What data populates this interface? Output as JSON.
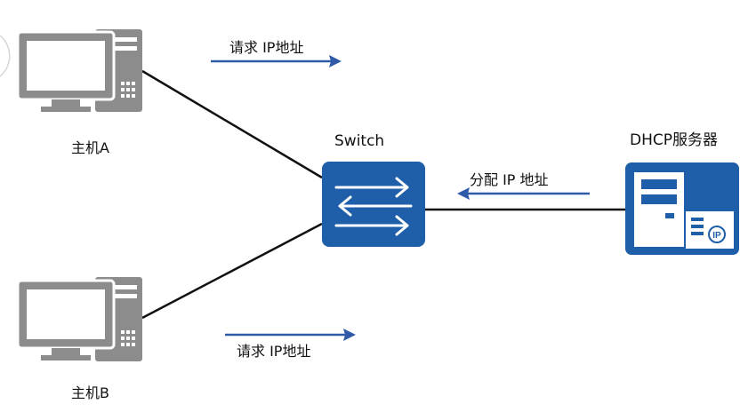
{
  "nodes": {
    "host_a": "主机A",
    "host_b": "主机B",
    "switch": "Switch",
    "dhcp_server": "DHCP服务器"
  },
  "messages": {
    "request_a": "请求 IP地址",
    "request_b": "请求 IP地址",
    "assign": "分配 IP 地址"
  },
  "colors": {
    "device_blue": "#1f5ea8",
    "pc_gray": "#8c8c8c",
    "arrow_blue": "#2f5aa8",
    "link_line": "#111111"
  },
  "icons": {
    "pc": "desktop-computer-icon",
    "switch": "switch-arrows-icon",
    "server": "server-ip-icon"
  }
}
